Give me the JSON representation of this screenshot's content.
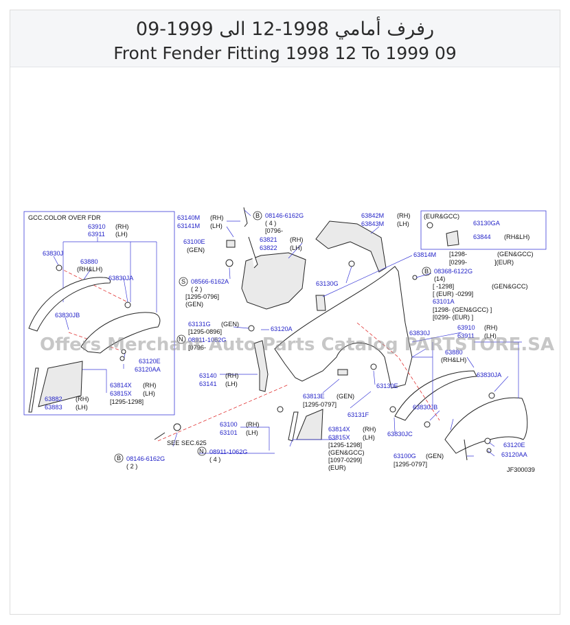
{
  "header": {
    "title_ar": "رفرف أمامي 1998-12 الى 1999-09",
    "title_en": "Front Fender Fitting 1998 12 To 1999 09"
  },
  "watermark": "Offers Merchant Auto Parts Catalog PARTSTORE.SA",
  "diagram_code": "JF300039",
  "labels": {
    "gcc_title": "GCC.COLOR   OVER   FDR",
    "p63910": "63910",
    "rh1": "(RH)",
    "p63911": "63911",
    "lh1": "(LH)",
    "p63830J_l": "63830J",
    "p63880_l": "63880",
    "rhlh1": "(RH&LH)",
    "p63830JA_l": "63830JA",
    "p63830JB_l": "63830JB",
    "p63120E_l": "63120E",
    "p63120AA_l": "63120AA",
    "p63814X_l": "63814X",
    "rh2": "(RH)",
    "p63815X_l": "63815X",
    "lh2": "(LH)",
    "d1295_1298_l": "[1295-1298]",
    "p63882": "63882",
    "rh3": "(RH)",
    "p63883": "63883",
    "lh3": "(LH)",
    "p63140M": "63140M",
    "rh4": "(RH)",
    "p63141M": "63141M",
    "lh4": "(LH)",
    "b08146": "08146-6162G",
    "q4a": "( 4 )",
    "d0796": "[0796-",
    "p63100E": "63100E",
    "gen1": "(GEN)",
    "p63821": "63821",
    "rh5": "(RH)",
    "p63822": "63822",
    "lh5": "(LH)",
    "s08566": "08566-6162A",
    "q2a": "( 2 )",
    "d1295_0796": "[1295-0796]",
    "gen2": "(GEN)",
    "p63131G": "63131G",
    "gen3": "(GEN)",
    "d1295_0896": "[1295-0896]",
    "n0896": "08911-1062G",
    "d0796b": "[0796-",
    "p63120A": "63120A",
    "p63140": "63140",
    "rh6": "(RH)",
    "p63141": "63141",
    "lh6": "(LH)",
    "p63100": "63100",
    "rh7": "(RH)",
    "p63101": "63101",
    "lh7": "(LH)",
    "see_sec": "SEE   SEC.625",
    "n08911": "08911-1062G",
    "q4b": "( 4 )",
    "b08146b": "08146-6162G",
    "q2b": "( 2 )",
    "p63842M": "63842M",
    "rh8": "(RH)",
    "p63843M": "63843M",
    "lh8": "(LH)",
    "p63130G": "63130G",
    "p63814M": "63814M",
    "d1298": "[1298-",
    "gen_gcc1": "(GEN&GCC)",
    "d0299": "[0299-",
    "eur1": "](EUR)",
    "eur_gcc": "(EUR&GCC)",
    "p63130GA": "63130GA",
    "p63844": "63844",
    "rhlh2": "(RH&LH)",
    "b08368": "08368-6122G",
    "q14": "(14)",
    "d_1298": "[        -1298]",
    "gen_gcc2": "(GEN&GCC)",
    "d_eur0299": "[  (EUR)  -0299]",
    "p63101A": "63101A",
    "d1298b": "[1298-   (GEN&GCC)  ]",
    "d0299b": "[0299-   (EUR)  ]",
    "p63830J_r": "63830J",
    "p63910b": "63910",
    "rh9": "(RH)",
    "p63911b": "63911",
    "lh9": "(LH)",
    "p63880_r": "63880",
    "rhlh3": "(RH&LH)",
    "p63830JA_r": "63830JA",
    "p63813E": "63813E",
    "gen4": "(GEN)",
    "d1295_0797": "[1295-0797]",
    "p63130E": "63130E",
    "p63131F": "63131F",
    "p63830JB_r": "63830JB",
    "p63830JC": "63830JC",
    "p63814X_r": "63814X",
    "rh10": "(RH)",
    "p63815X_r": "63815X",
    "lh10": "(LH)",
    "d1295_1298_r": "[1295-1298]",
    "gen_gcc3": "(GEN&GCC)",
    "d1097_0299": "[1097-0299]",
    "eur2": "(EUR)",
    "p63100G": "63100G",
    "gen5": "(GEN)",
    "d1295_0797b": "[1295-0797]",
    "p63120E_r": "63120E",
    "p63120AA_r": "63120AA",
    "circ_b": "B",
    "circ_s": "S",
    "circ_n": "N"
  }
}
